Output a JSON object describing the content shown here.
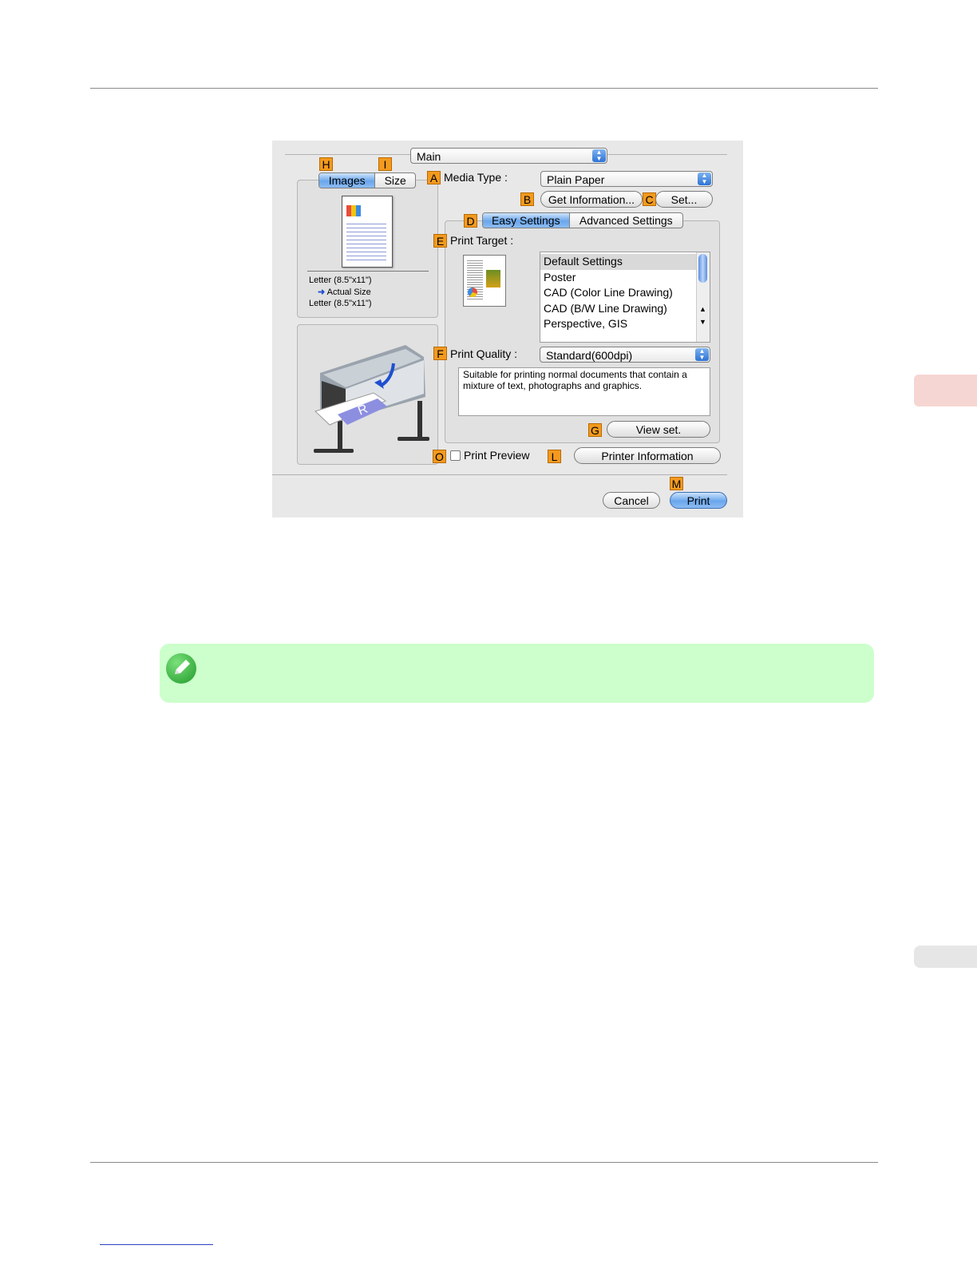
{
  "dialog": {
    "panel_popup": "Main",
    "tabs_left": [
      "Images",
      "Size"
    ],
    "media_type_label": "Media Type :",
    "media_type_value": "Plain Paper",
    "get_information_label": "Get Information...",
    "set_label": "Set...",
    "settings_tabs": [
      "Easy Settings",
      "Advanced Settings"
    ],
    "print_target_label": "Print Target :",
    "print_target_items": [
      "Default Settings",
      "Poster",
      "CAD (Color Line Drawing)",
      "CAD (B/W Line Drawing)",
      "Perspective, GIS"
    ],
    "print_target_selected": "Default Settings",
    "print_quality_label": "Print Quality :",
    "print_quality_value": "Standard(600dpi)",
    "description": "Suitable for printing normal documents that contain a mixture of text, photographs and graphics.",
    "view_set_label": "View set.",
    "print_preview_label": "Print Preview",
    "print_preview_checked": false,
    "printer_information_label": "Printer Information",
    "cancel_label": "Cancel",
    "print_label": "Print",
    "paper_info": {
      "source_size": "Letter (8.5\"x11\")",
      "scaling": "Actual Size",
      "output_size": "Letter (8.5\"x11\")"
    },
    "callouts": {
      "a": "A",
      "b": "B",
      "c": "C",
      "d": "D",
      "e": "E",
      "f": "F",
      "g": "G",
      "h": "H",
      "i": "I",
      "l": "L",
      "m": "M",
      "o": "O"
    }
  },
  "colors": {
    "callout_orange": "#f39a1e",
    "note_green": "#ccffcc",
    "side_tab_pink": "#f6d6d3",
    "link_blue": "#2b3fbf"
  }
}
